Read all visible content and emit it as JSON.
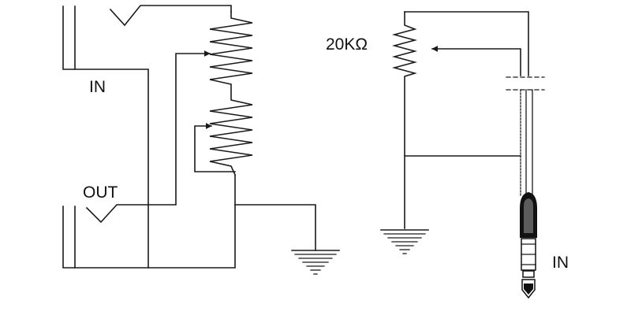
{
  "labels": {
    "left_in": "IN",
    "left_out": "OUT",
    "resistance": "20KΩ",
    "right_in": "IN"
  },
  "colors": {
    "line": "#1a1a1a",
    "background": "#ffffff",
    "plug_body": "#111111"
  },
  "icons": {
    "ground": "ground-symbol-icon",
    "arrow": "wiper-arrow-icon",
    "plug": "phone-plug-icon"
  }
}
